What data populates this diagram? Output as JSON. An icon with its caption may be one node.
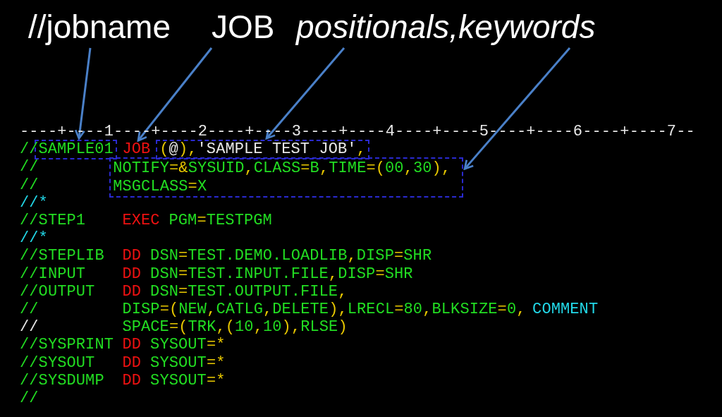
{
  "diagram": {
    "nodes": [
      {
        "text": [
          "//jobname"
        ]
      },
      {
        "text": [
          "JOB"
        ]
      },
      {
        "text": [
          "positionals,keywords"
        ]
      },
      {
        "text": [
          "SAMPLE01"
        ]
      },
      {
        "text": [
          "JOB"
        ]
      },
      {
        "text": [
          "(@),'SAMPLE TEST JOB',"
        ]
      },
      {
        "text": [
          "NOTIFY=&SYSUID,CLASS=B,TIME=(00,30), MSGCLASS=X"
        ]
      }
    ],
    "edges": [
      {
        "from": 0,
        "to": 3,
        "arrow": "to"
      },
      {
        "from": 1,
        "to": 4,
        "arrow": "to"
      },
      {
        "from": 2,
        "to": 5,
        "arrow": "to"
      },
      {
        "from": 2,
        "to": 6,
        "arrow": "to"
      }
    ],
    "labels": [
      "----+----1----+----2----+----3----+----4----+----5----+----6----+----7--",
      "//",
      "//",
      "//",
      "//*",
      "//STEP1",
      "EXEC",
      "PGM=TESTPGM",
      "//*",
      "//STEPLIB",
      "DD",
      "DSN=TEST.DEMO.LOADLIB,DISP=SHR",
      "//INPUT",
      "DD",
      "DSN=TEST.INPUT.FILE,DISP=SHR",
      "//OUTPUT",
      "DD",
      "DSN=TEST.OUTPUT.FILE,",
      "//",
      "DISP=(NEW,CATLG,DELETE),LRECL=80,BLKSIZE=0,",
      "COMMENT",
      "//",
      "SPACE=(TRK,(10,10),RLSE)",
      "//SYSPRINT",
      "DD",
      "SYSOUT=*",
      "//SYSOUT",
      "DD",
      "SYSOUT=*",
      "//SYSDUMP",
      "DD",
      "SYSOUT=*",
      "//"
    ]
  }
}
